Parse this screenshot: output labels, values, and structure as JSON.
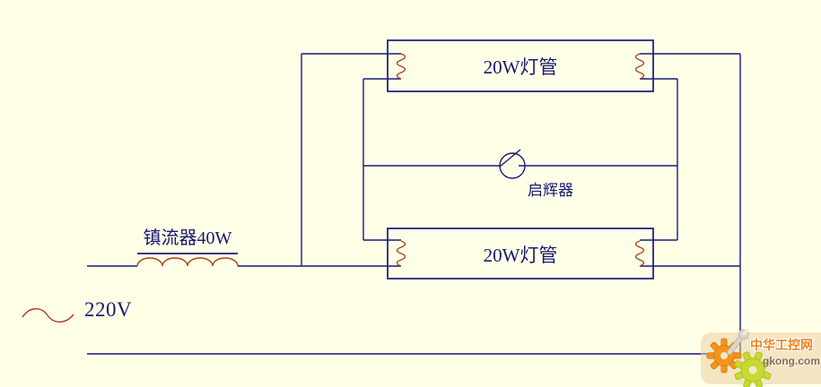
{
  "diagram": {
    "type": "circuit-diagram",
    "description_labels": {
      "lamp_top": "20W灯管",
      "lamp_bottom": "20W灯管",
      "ballast": "镇流器40W",
      "starter": "启辉器",
      "voltage": "220V"
    },
    "icons": {
      "filament": "filament-coil-icon",
      "ballast_coil": "inductor-coil-icon",
      "starter_symbol": "starter-circle-icon",
      "ac_source": "ac-sine-wave-icon"
    }
  },
  "colors": {
    "background": "#FFFFE8",
    "wire": "#19197A",
    "text": "#191970",
    "coil": "#A8431E",
    "watermark_orange": "#F2951E",
    "watermark_green": "#C6DA30",
    "watermark_title": "#EE8220",
    "watermark_domain": "#806F5C"
  },
  "watermark": {
    "site_name": "中华工控网",
    "domain": "gkong.com"
  }
}
